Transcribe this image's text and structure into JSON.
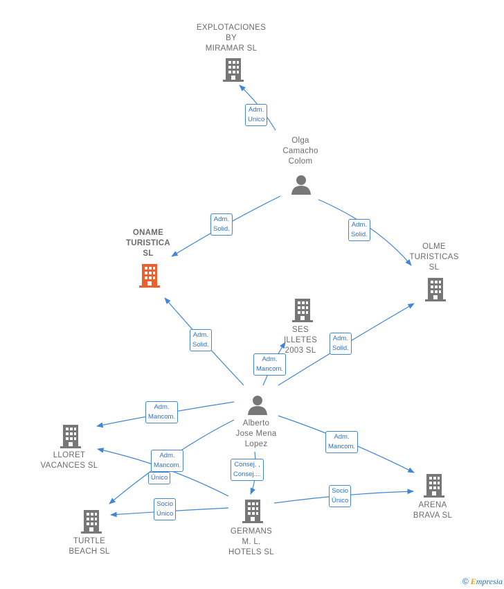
{
  "colors": {
    "edge": "#3f86d6",
    "node": "#777777",
    "main_node": "#ef5f2e"
  },
  "nodes": {
    "explotaciones": {
      "label": "EXPLOTACIONES\nBY\nMIRAMAR  SL",
      "icon": "building-icon"
    },
    "olga": {
      "label": "Olga\nCamacho\nColom",
      "icon": "person-icon"
    },
    "oname": {
      "label": "ONAME\nTURISTICA\nSL",
      "icon": "building-icon"
    },
    "olme": {
      "label": "OLME\nTURISTICAS\nSL",
      "icon": "building-icon"
    },
    "ses": {
      "label": "SES\nILLETES\n2003  SL",
      "icon": "building-icon"
    },
    "alberto": {
      "label": "Alberto\nJose Mena\nLopez",
      "icon": "person-icon"
    },
    "lloret": {
      "label": "LLORET\nVACANCES  SL",
      "icon": "building-icon"
    },
    "turtle": {
      "label": "TURTLE\nBEACH  SL",
      "icon": "building-icon"
    },
    "germans": {
      "label": "GERMANS\nM. L.\nHOTELS  SL",
      "icon": "building-icon"
    },
    "arena": {
      "label": "ARENA\nBRAVA  SL",
      "icon": "building-icon"
    }
  },
  "edges": {
    "olga_explotaciones": "Adm.\nUnico",
    "olga_oname": "Adm.\nSolid.",
    "olga_olme": "Adm.\nSolid.",
    "alberto_oname": "Adm.\nSolid.",
    "alberto_ses": "Adm.\nMancom.",
    "alberto_olme": "Adm.\nSolid.",
    "alberto_lloret": "Adm.\nMancom.",
    "alberto_turtle": "Adm.\nMancom.",
    "germans_lloret": "Único",
    "alberto_germans": "Consej. ,\nConsej....",
    "alberto_arena": "Adm.\nMancom.",
    "germans_turtle": "Socio\nÚnico",
    "germans_arena": "Socio\nÚnico"
  },
  "credit": {
    "copyright": "©",
    "brand_initial": "E",
    "brand_rest": "mpresia"
  }
}
